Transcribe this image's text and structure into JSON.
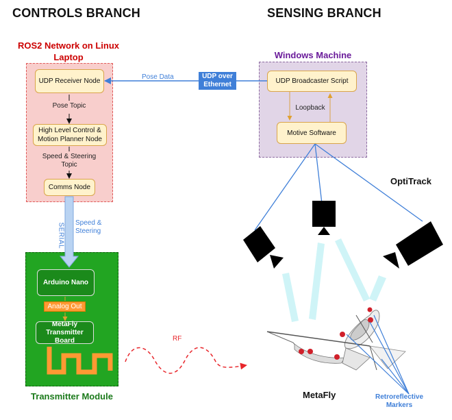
{
  "headings": {
    "controls": "CONTROLS BRANCH",
    "sensing": "SENSING BRANCH"
  },
  "ros2_group": {
    "title": "ROS2 Network on Linux Laptop",
    "udp_receiver": "UDP Receiver Node",
    "pose_topic": "Pose Topic",
    "high_level": "High Level Control & Motion Planner Node",
    "speed_topic": "Speed & Steering Topic",
    "comms_node": "Comms Node"
  },
  "windows_group": {
    "title": "Windows Machine",
    "udp_broadcaster": "UDP Broadcaster Script",
    "loopback": "Loopback",
    "motive": "Motive Software"
  },
  "links": {
    "pose_data": "Pose Data",
    "udp_ethernet": "UDP over Ethernet",
    "serial": "SERIAL",
    "speed_steering": "Speed & Steering",
    "rf": "RF"
  },
  "transmitter_group": {
    "title": "Transmitter Module",
    "arduino": "Arduino Nano",
    "analog_out": "Analog Out",
    "metafly_board": "MetaFly Transmitter Board"
  },
  "optitrack": "OptiTrack",
  "metafly": "MetaFly",
  "markers": "Retroreflective Markers",
  "colors": {
    "ros_fill": "#f8cecc",
    "ros_border": "#e05a5a",
    "ros_title": "#cc0000",
    "win_fill": "#e1d5e7",
    "win_title": "#6a1b9a",
    "box_fill": "#fff2cc",
    "box_border": "#d9a44a",
    "green": "#1b8a1b",
    "orange": "#ff9933",
    "link_blue": "#3f7fd8",
    "beam": "#cff4f7",
    "rf_red": "#e8262b"
  }
}
